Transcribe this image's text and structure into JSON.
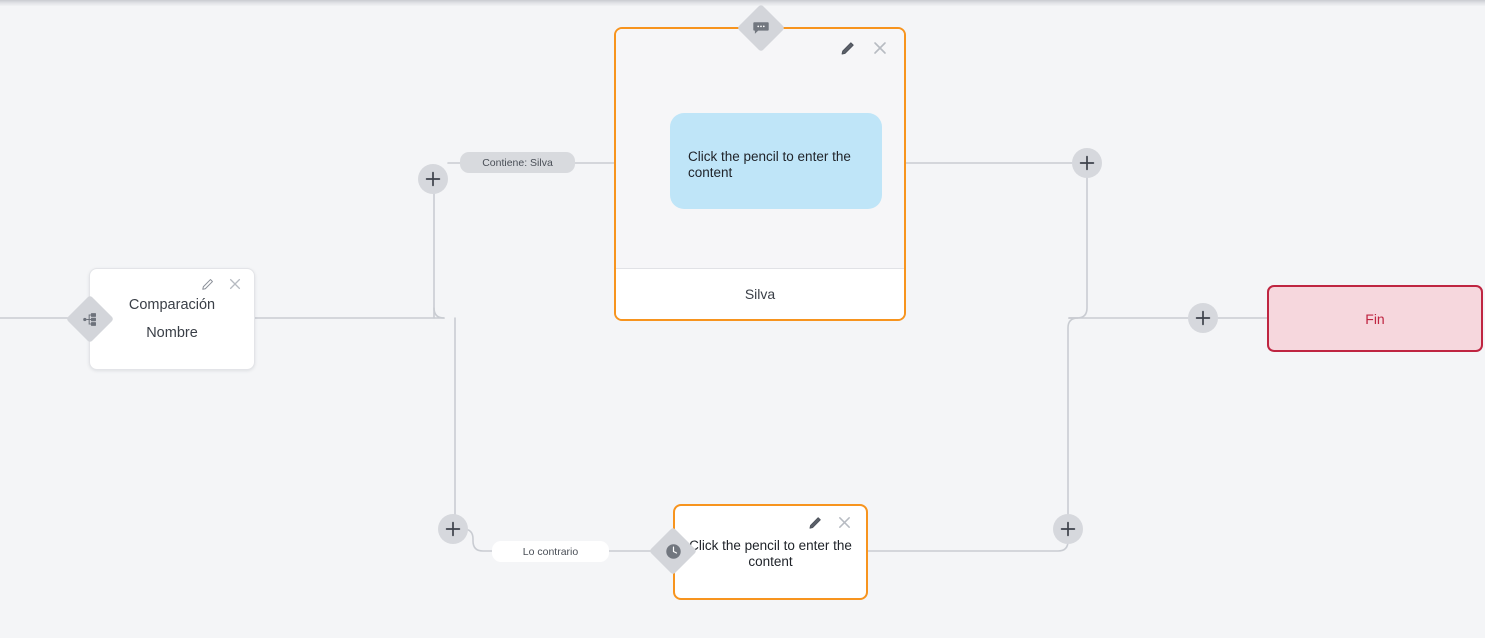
{
  "app": {
    "canvas_background": "#f4f5f7",
    "accent_orange": "#f7941e",
    "accent_crimson": "#bf2541",
    "bubble_blue": "#bfe5f8",
    "line_gray": "#c9ccd2",
    "plus_gray": "#d6d8dd"
  },
  "nodes": {
    "comparacion": {
      "title": "Comparación",
      "subtitle": "Nombre",
      "edit_icon": "pencil-icon",
      "close_icon": "close-icon",
      "badge_icon": "branch-split-icon"
    },
    "chat": {
      "bubble_text": "Click the pencil to enter the content",
      "footer_label": "Silva",
      "edit_icon": "pencil-icon",
      "close_icon": "close-icon",
      "badge_icon": "message-bubble-icon"
    },
    "wait": {
      "text": "Click the pencil to enter the content",
      "edit_icon": "pencil-icon",
      "close_icon": "close-icon",
      "badge_icon": "clock-icon"
    },
    "fin": {
      "label": "Fin"
    }
  },
  "edge_labels": {
    "contiene": "Contiene: Silva",
    "contrario": "Lo contrario"
  },
  "add_buttons": {
    "top_left": "+",
    "bottom_left": "+",
    "top_right": "+",
    "bottom_right": "+",
    "fin": "+"
  }
}
